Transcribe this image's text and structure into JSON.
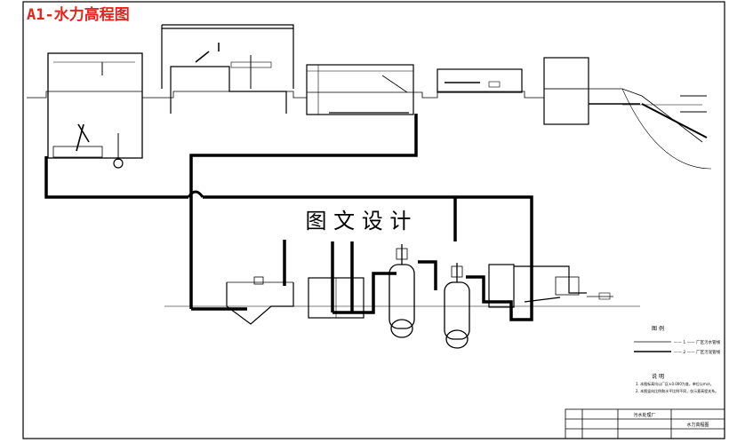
{
  "title": "A1-水力高程图",
  "watermark": "图 文 设 计",
  "colors": {
    "title": "#e8231c",
    "line": "#000000",
    "watermark_bg": "#ffffff"
  },
  "legend": {
    "heading": "图 例",
    "items": [
      "—— 1 —— 厂区污水管线",
      "—— 2 —— 厂区污泥管线"
    ]
  },
  "notes": {
    "heading": "说 明",
    "items": [
      "1. 本图标高均以厂区±0.000为准，单位以m计。",
      "2. 本图竖向比例和水平比例不同，仅示意高程关系。"
    ]
  },
  "title_block": {
    "project": "污水处理厂",
    "drawing": "水力高程图"
  }
}
